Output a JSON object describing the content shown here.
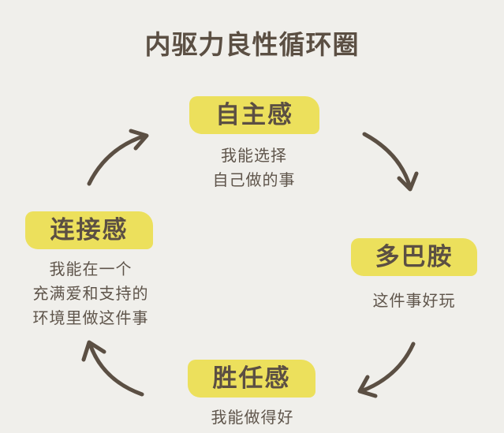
{
  "title": "内驱力良性循环圈",
  "nodes": {
    "autonomy": {
      "label": "自主感",
      "lines": [
        "我能选择",
        "自己做的事"
      ]
    },
    "dopamine": {
      "label": "多巴胺",
      "lines": [
        "这件事好玩"
      ]
    },
    "competence": {
      "label": "胜任感",
      "lines": [
        "我能做得好"
      ]
    },
    "connection": {
      "label": "连接感",
      "lines": [
        "我能在一个",
        "充满爱和支持的",
        "环境里做这件事"
      ]
    }
  },
  "colors": {
    "highlight": "#ece05c",
    "text": "#5b4f43",
    "background": "#f0efeb"
  }
}
